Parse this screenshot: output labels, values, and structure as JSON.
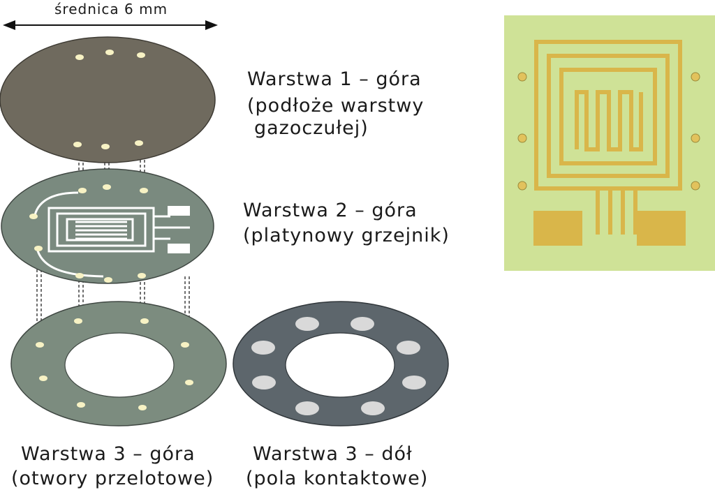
{
  "dimension": {
    "label": "średnica 6 mm"
  },
  "layer1": {
    "line1": "Warstwa 1 – góra",
    "line2": "(podłoże warstwy",
    "line3": "gazoczułej)"
  },
  "layer2": {
    "line1": "Warstwa 2 – góra",
    "line2": "(platynowy grzejnik)"
  },
  "layer3_top": {
    "line1": "Warstwa 3 – góra",
    "line2": "(otwory przelotowe)"
  },
  "layer3_bottom": {
    "line1": "Warstwa 3 – dół",
    "line2": "(pola kontaktowe)"
  },
  "colors": {
    "layer1_fill": "#6f6a5e",
    "layer2_fill": "#7a8a7f",
    "layer3_top_fill": "#7c8c7f",
    "layer3_bottom_fill": "#5d666c",
    "contact_pad": "#d9d9d9",
    "via_hole": "#f7f2c4",
    "photo_bg": "#d3e59b",
    "photo_trace": "#d9b64a"
  }
}
